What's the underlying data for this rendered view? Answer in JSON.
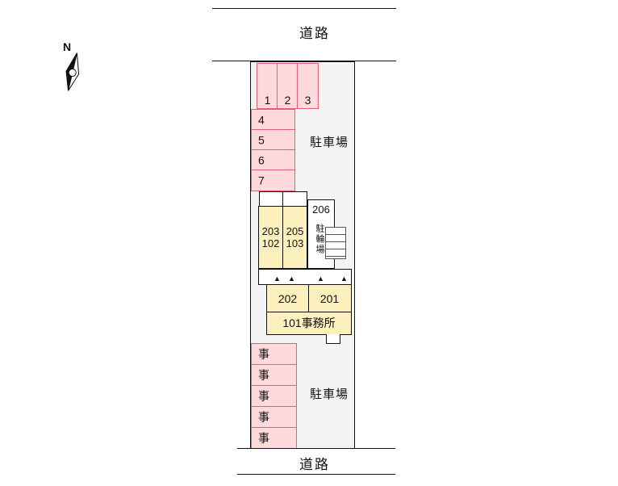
{
  "compass": {
    "label": "N"
  },
  "roads": {
    "top": "道路",
    "bottom": "道路"
  },
  "parking_upper": {
    "label": "駐車場",
    "stalls_vertical": [
      "1",
      "2",
      "3"
    ],
    "stalls_rows": [
      "4",
      "5",
      "6",
      "7"
    ]
  },
  "building_upper": {
    "unit_a_line1": "203",
    "unit_a_line2": "102",
    "unit_b_line1": "205",
    "unit_b_line2": "103",
    "unit_c_label": "206",
    "bicycle_label": "駐輪場"
  },
  "building_lower": {
    "unit_left": "202",
    "unit_right": "201",
    "office": "101事務所"
  },
  "parking_lower": {
    "label": "駐車場",
    "stalls": [
      "事",
      "事",
      "事",
      "事",
      "事"
    ]
  },
  "icons": {
    "entrance_marker": "▲"
  },
  "colors": {
    "stall_fill": "#ffd9db",
    "stall_border": "#e0607a",
    "unit_fill": "#fcf0bc",
    "parcel_fill": "#f4f4f4",
    "line": "#111111"
  }
}
